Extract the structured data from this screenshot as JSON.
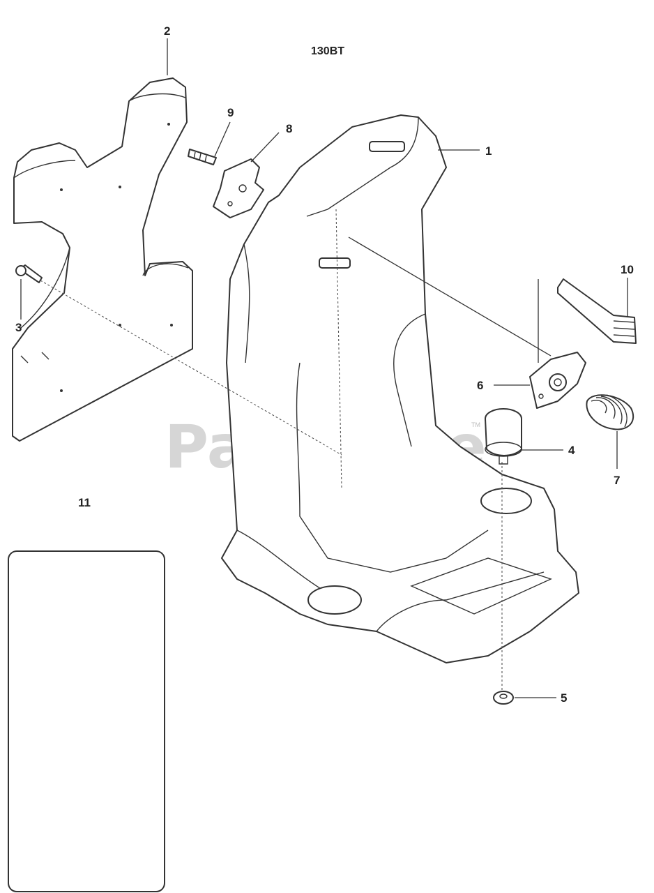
{
  "title": "130BT",
  "watermark": "PartsTree",
  "watermark_tm": "TM",
  "callouts": [
    {
      "id": "1",
      "label": "1"
    },
    {
      "id": "2",
      "label": "2"
    },
    {
      "id": "3",
      "label": "3"
    },
    {
      "id": "4",
      "label": "4"
    },
    {
      "id": "5",
      "label": "5"
    },
    {
      "id": "6",
      "label": "6"
    },
    {
      "id": "7",
      "label": "7"
    },
    {
      "id": "8",
      "label": "8"
    },
    {
      "id": "9",
      "label": "9"
    },
    {
      "id": "10",
      "label": "10"
    },
    {
      "id": "11",
      "label": "11"
    }
  ],
  "parts": [
    {
      "number": "1",
      "name": "backpack-frame"
    },
    {
      "number": "2",
      "name": "back-pad"
    },
    {
      "number": "3",
      "name": "screw"
    },
    {
      "number": "4",
      "name": "vibration-damper"
    },
    {
      "number": "5",
      "name": "washer"
    },
    {
      "number": "6",
      "name": "latch-bracket"
    },
    {
      "number": "7",
      "name": "spring"
    },
    {
      "number": "8",
      "name": "plate"
    },
    {
      "number": "9",
      "name": "screw"
    },
    {
      "number": "10",
      "name": "strap"
    },
    {
      "number": "11",
      "name": "harness-kit-box"
    }
  ],
  "colors": {
    "line": "#333333",
    "watermark": "#d0d0d0"
  }
}
